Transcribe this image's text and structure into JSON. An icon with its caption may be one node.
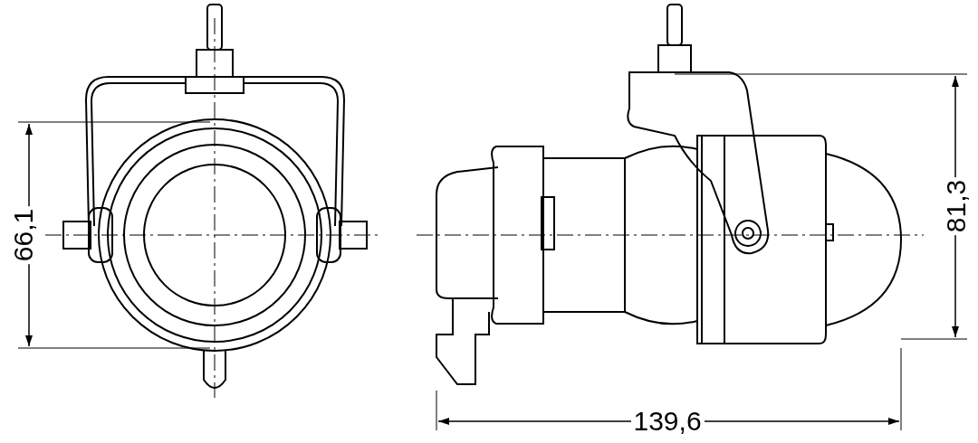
{
  "diagram": {
    "labels": [
      "66,1",
      "81,3",
      "139,6"
    ]
  }
}
